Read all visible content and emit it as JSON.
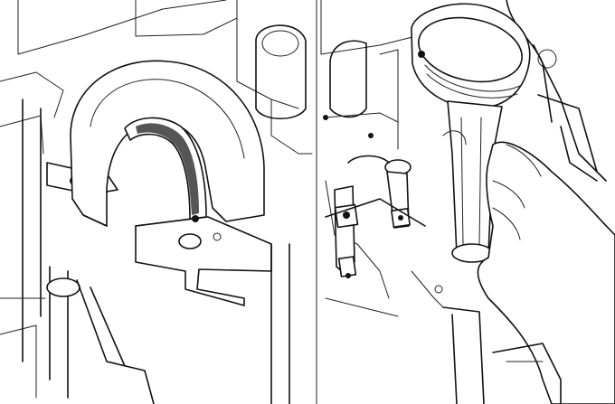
{
  "figure": {
    "panels": [
      {
        "id": "left",
        "subject": "main-bearing-cap-with-bearing-shell"
      },
      {
        "id": "right",
        "subject": "connecting-rod-and-piston-installation"
      }
    ],
    "colors": {
      "line": "#111111",
      "background": "#ffffff"
    },
    "icons": [
      "bearing-cap",
      "bearing-shell",
      "connecting-rod",
      "piston",
      "bolt",
      "hand"
    ]
  }
}
